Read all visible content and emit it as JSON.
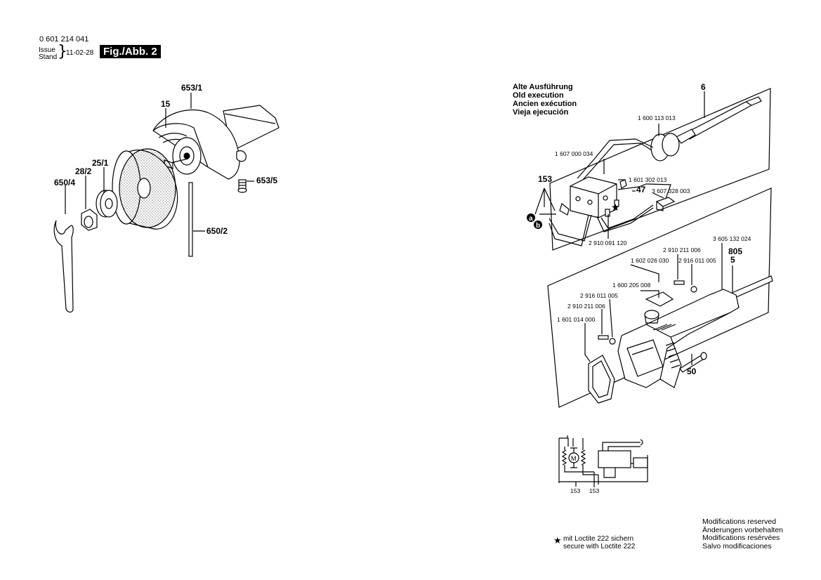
{
  "header": {
    "doc_number": "0 601 214 041",
    "issue_label": "Issue",
    "stand_label": "Stand",
    "date": "11-02-28",
    "figure": "Fig./Abb. 2"
  },
  "old_execution": [
    "Alte Ausführung",
    "Old execution",
    "Ancien exécution",
    "Vieja ejecución"
  ],
  "left_labels": {
    "l653_1": "653/1",
    "l15": "15",
    "l25_1": "25/1",
    "l28_2": "28/2",
    "l650_4": "650/4",
    "l653_5": "653/5",
    "l650_2": "650/2"
  },
  "right_labels": {
    "l6": "6",
    "p1600113013": "1 600 113 013",
    "p1607000034": "1 607 000 034",
    "l153": "153",
    "p1601302013": "1 601 302 013",
    "l47": "47",
    "p3607328003": "3 607 328 003",
    "la": "a",
    "lb": "b",
    "p2910091120": "2 910 091 120",
    "p3605132024": "3 605 132 024",
    "l805": "805",
    "l5": "5",
    "p2910211006a": "2 910 211 006",
    "p2916011005a": "2 916 011 005",
    "p1602026030": "1 602 026 030",
    "p1600205008": "1 600 205 008",
    "p2916011005b": "2 916 011 005",
    "p2910211006b": "2 910 211 006",
    "p1601014000": "1 601 014 000",
    "l50": "50"
  },
  "schematic": {
    "motor": "M",
    "label_a": "153",
    "label_b": "153"
  },
  "loctite": [
    "mit Loctite 222 sichern",
    "secure with Loctite 222"
  ],
  "modifications": [
    "Modifications reserved",
    "Änderungen vorbehalten",
    "Modifications resérvées",
    "Salvo modificaciones"
  ]
}
